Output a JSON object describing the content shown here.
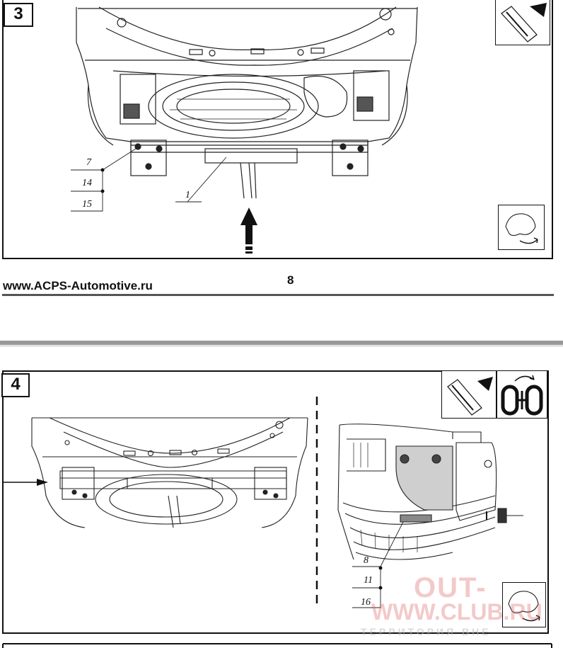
{
  "step3": {
    "number": "3",
    "callouts": [
      "7",
      "14",
      "15",
      "1"
    ]
  },
  "footer": {
    "url": "www.ACPS-Automotive.ru",
    "page": "8"
  },
  "step4": {
    "number": "4",
    "callouts": [
      "8",
      "11",
      "16"
    ]
  },
  "icons": {
    "step3": [
      "car-underside-view-icon",
      "hand-tighten-icon"
    ],
    "step4": [
      "car-underside-view-icon",
      "torque-rotate-icon",
      "hand-tighten-icon"
    ]
  },
  "watermark": {
    "line1": "OUT-",
    "line2": "WWW.CLUB.RU",
    "line3": "ТЕРРИТОРИЯ ВНЕ"
  }
}
